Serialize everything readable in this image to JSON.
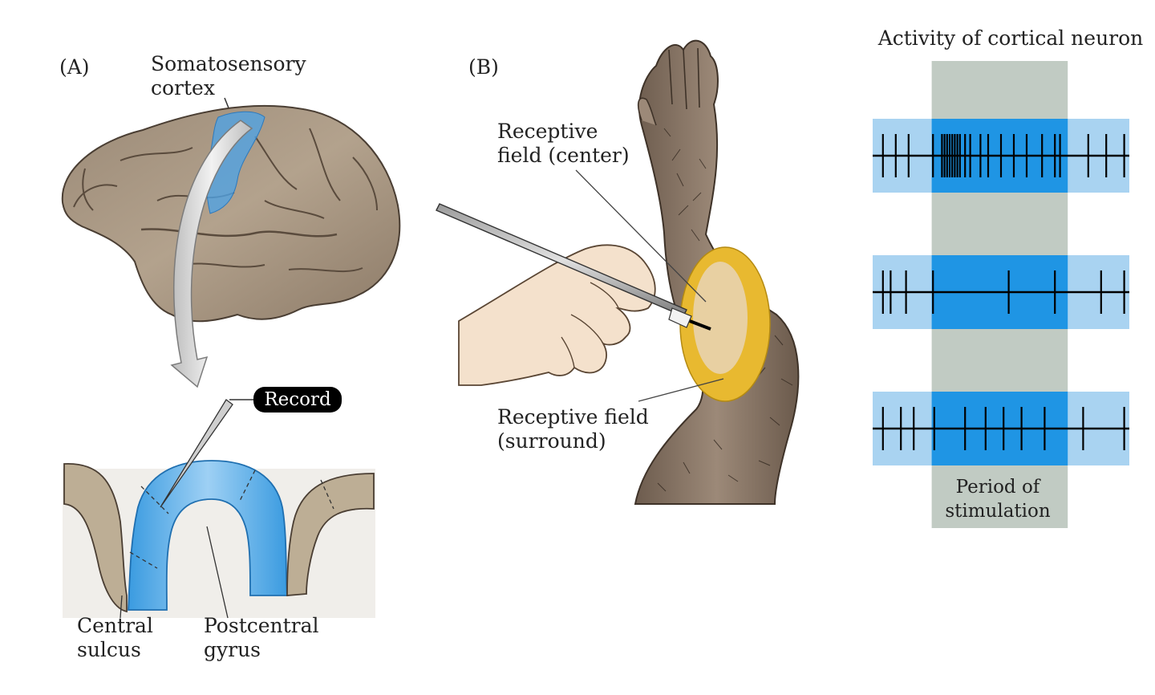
{
  "panel_a": {
    "letter": "(A)",
    "cortex_label_line1": "Somatosensory",
    "cortex_label_line2": "cortex",
    "record_label": "Record",
    "sulcus_label_line1": "Central",
    "sulcus_label_line2": "sulcus",
    "gyrus_label_line1": "Postcentral",
    "gyrus_label_line2": "gyrus"
  },
  "panel_b": {
    "letter": "(B)",
    "center_label_line1": "Receptive",
    "center_label_line2": "field (center)",
    "surround_label_line1": "Receptive field",
    "surround_label_line2": "(surround)"
  },
  "activity": {
    "title": "Activity of cortical neuron",
    "period_line1": "Period of",
    "period_line2": "stimulation",
    "trace_start": 0,
    "trace_end": 1,
    "stim_start": 0.23,
    "stim_end": 0.76,
    "traces": [
      {
        "spikes": [
          0.04,
          0.09,
          0.14,
          0.235,
          0.27,
          0.28,
          0.29,
          0.3,
          0.31,
          0.32,
          0.33,
          0.34,
          0.36,
          0.38,
          0.42,
          0.45,
          0.5,
          0.55,
          0.6,
          0.66,
          0.71,
          0.73,
          0.84,
          0.91,
          0.98
        ]
      },
      {
        "spikes": [
          0.04,
          0.07,
          0.13,
          0.235,
          0.53,
          0.71,
          0.89,
          0.98
        ]
      },
      {
        "spikes": [
          0.04,
          0.11,
          0.16,
          0.24,
          0.36,
          0.44,
          0.51,
          0.58,
          0.67,
          0.82,
          0.98
        ]
      }
    ],
    "colors": {
      "band_light": "#a9d3f1",
      "band_dark": "#1f95e4",
      "stim_gray": "#c1cbc3",
      "trace": "#000000"
    }
  }
}
